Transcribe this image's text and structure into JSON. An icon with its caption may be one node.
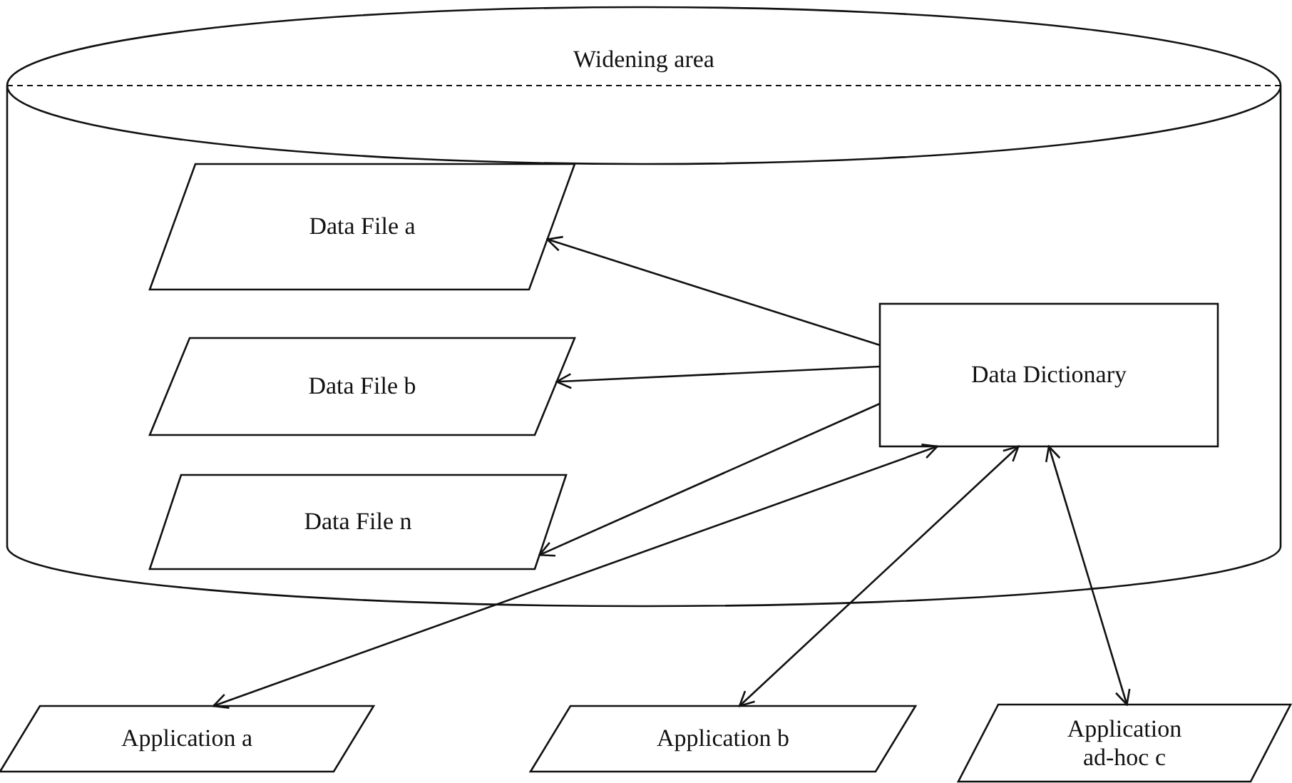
{
  "diagram": {
    "nodes": [
      {
        "text": [
          "Widening area"
        ]
      },
      {
        "text": [
          "Data File a"
        ],
        "in": 0
      },
      {
        "text": [
          "Data File b"
        ],
        "in": 0
      },
      {
        "text": [
          "Data File n"
        ],
        "in": 0
      },
      {
        "text": [
          "Data Dictionary"
        ],
        "in": 0
      },
      {
        "text": [
          "Application a"
        ]
      },
      {
        "text": [
          "Application b"
        ]
      },
      {
        "text": [
          "Application ad-hoc c"
        ]
      }
    ],
    "edges": [
      {
        "from": 4,
        "to": 1,
        "arrow": "to"
      },
      {
        "from": 4,
        "to": 2,
        "arrow": "to"
      },
      {
        "from": 4,
        "to": 3,
        "arrow": "to"
      },
      {
        "from": 4,
        "to": 5,
        "arrow": "both"
      },
      {
        "from": 4,
        "to": 6,
        "arrow": "both"
      },
      {
        "from": 4,
        "to": 7,
        "arrow": "both"
      }
    ]
  }
}
